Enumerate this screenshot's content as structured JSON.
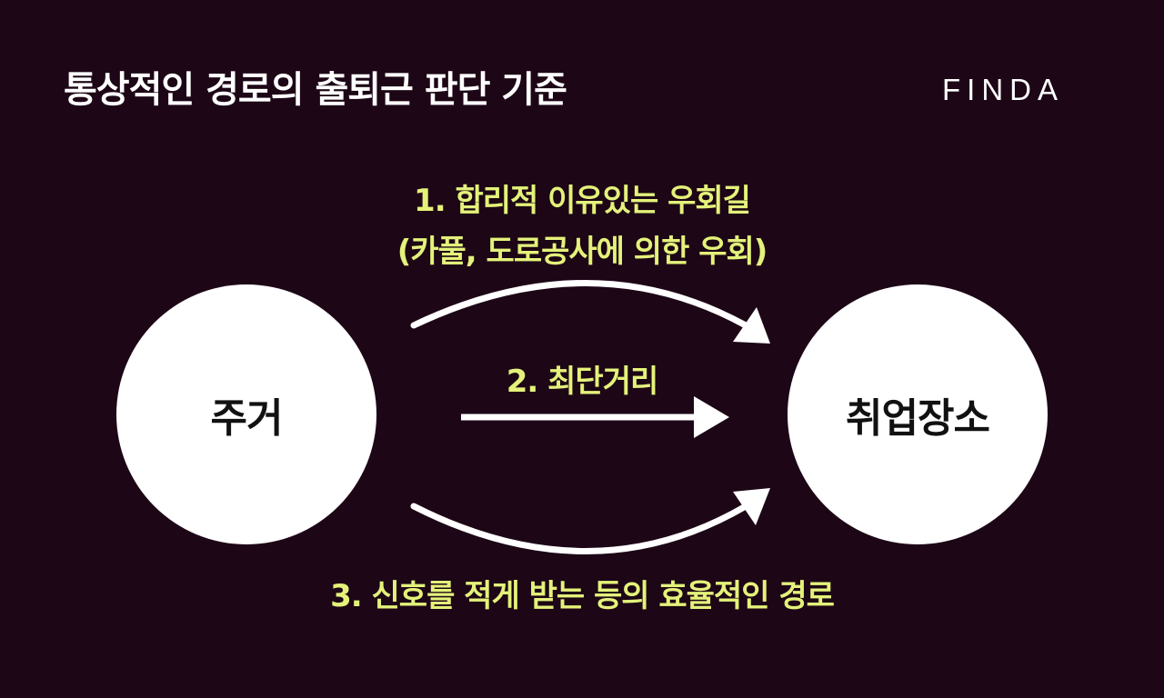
{
  "header": {
    "title": "통상적인 경로의 출퇴근 판단 기준",
    "logo_text": "FINDA"
  },
  "diagram": {
    "origin": {
      "label": "주거"
    },
    "destination": {
      "label": "취업장소"
    },
    "routes": [
      {
        "line1": "1. 합리적 이유있는 우회길",
        "line2": "(카풀, 도로공사에 의한 우회)"
      },
      {
        "label": "2. 최단거리"
      },
      {
        "label": "3. 신호를 적게 받는 등의 효율적인 경로"
      }
    ]
  },
  "colors": {
    "background": "#1d0616",
    "title_text": "#ffffff",
    "route_label": "#e4f27a",
    "circle_fill": "#ffffff",
    "circle_text": "#111111",
    "arrow": "#ffffff"
  }
}
